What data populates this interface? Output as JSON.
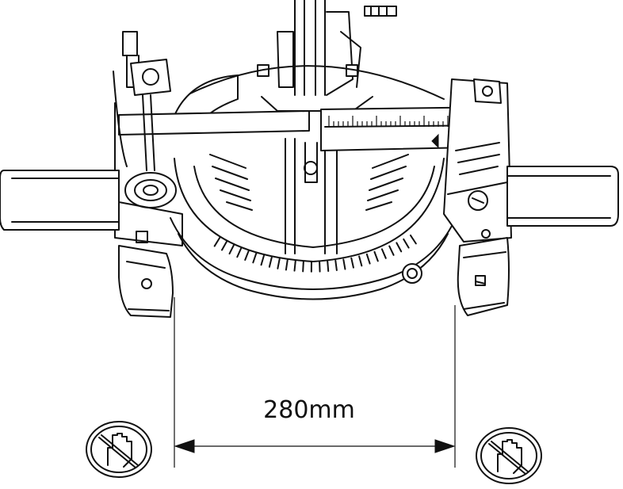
{
  "dimension": {
    "label": "280mm"
  },
  "colors": {
    "line": "#111111",
    "background": "#ffffff"
  },
  "icons": [
    "no-hands-warning-icon-left",
    "no-hands-warning-icon-right"
  ]
}
